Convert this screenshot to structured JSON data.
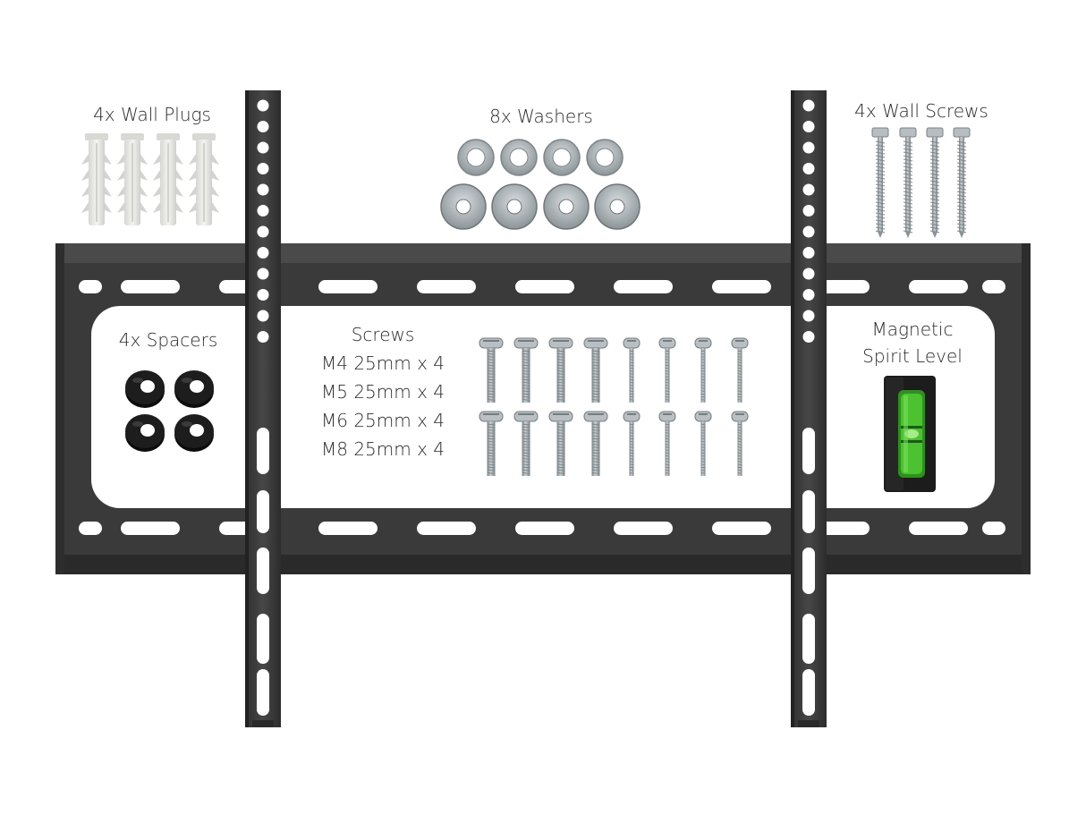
{
  "labels": {
    "wall_plugs": "4x Wall Plugs",
    "washers": "8x Washers",
    "wall_screws": "4x Wall Screws",
    "spacers": "4x Spacers",
    "screws_title": "Screws",
    "screw_sizes": [
      "M4 25mm x 4",
      "M5 25mm x 4",
      "M6 25mm x 4",
      "M8 25mm x 4"
    ],
    "spirit_level_line1": "Magnetic",
    "spirit_level_line2": "Spirit Level"
  },
  "colors": {
    "bracket": "#3b3b3b",
    "bracket_dark": "#262626",
    "bracket_light": "#4d4d4d",
    "metal": "#a9b0b4",
    "metal_dark": "#6f777b",
    "plug": "#e6e6e3",
    "spacer": "#151515",
    "level_green": "#43b02a"
  }
}
